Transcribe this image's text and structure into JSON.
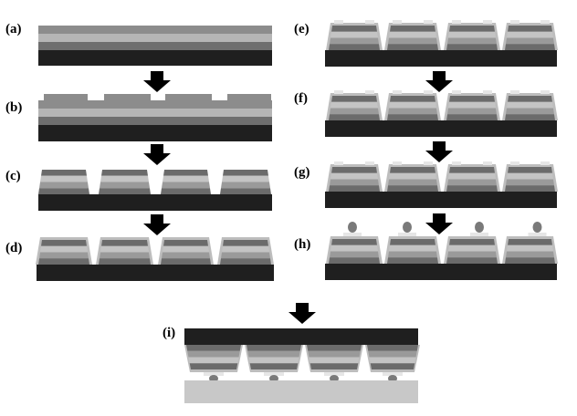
{
  "labels": {
    "a": "(a)",
    "b": "(b)",
    "c": "(c)",
    "d": "(d)",
    "e": "(e)",
    "f": "(f)",
    "g": "(g)",
    "h": "(h)",
    "i": "(i)"
  },
  "colors": {
    "substrate": "#1f1f1f",
    "layer_dark": "#6b6b6b",
    "layer_mid": "#9a9a9a",
    "layer_light": "#c4c4c4",
    "passivation": "#bdbdbd",
    "contact": "#e6e6e6",
    "bump": "#7a7a7a",
    "carrier": "#c8c8c8",
    "arrow": "#000000"
  },
  "icons": {
    "arrow": "down-arrow-icon"
  }
}
